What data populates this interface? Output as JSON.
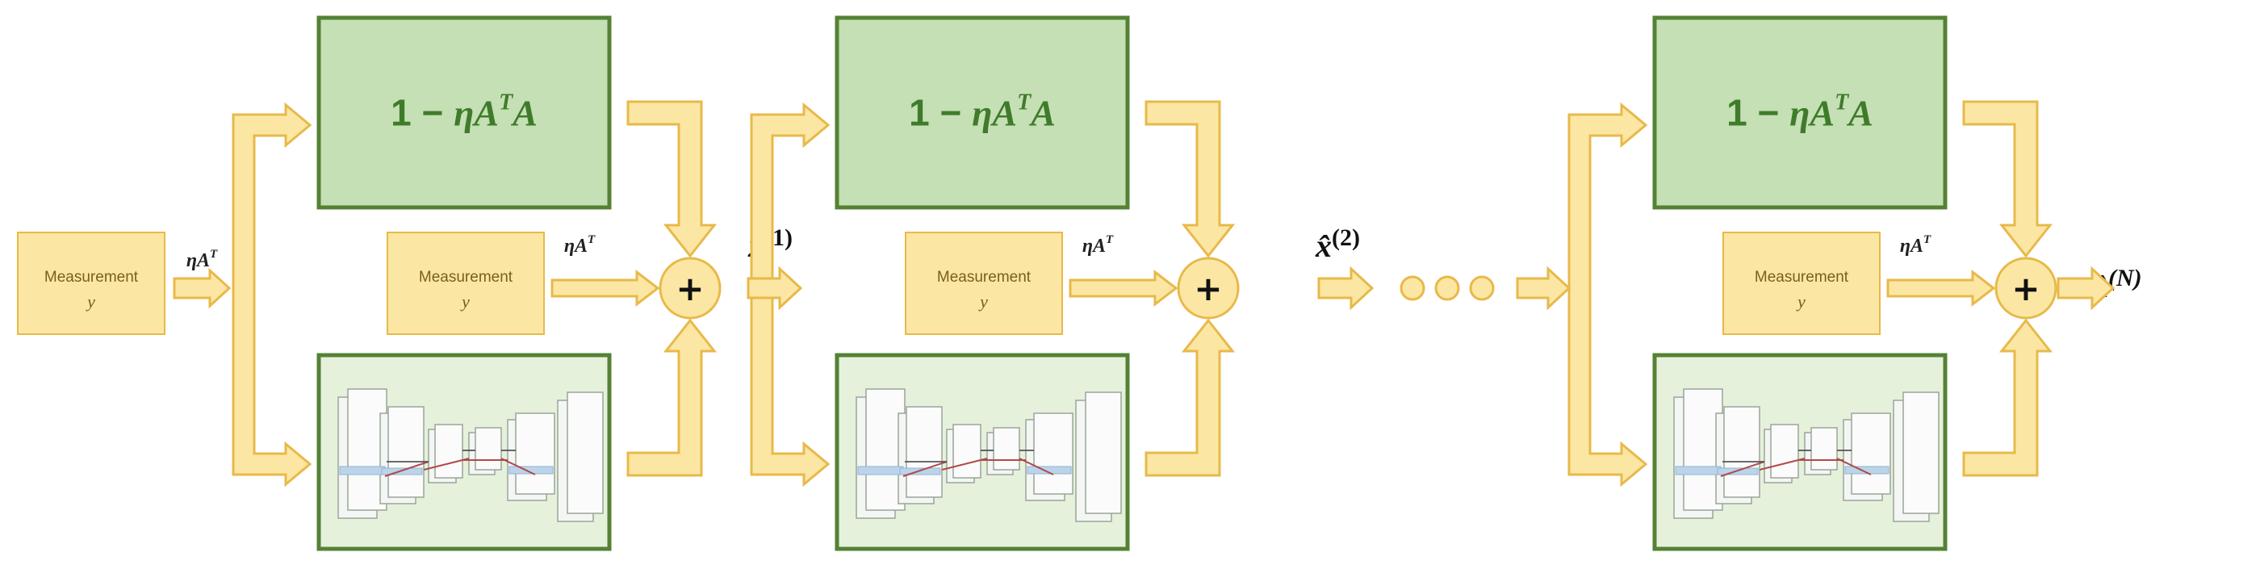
{
  "measurement": {
    "label": "Measurement",
    "variable": "y"
  },
  "gradient_step": {
    "label": "ηA",
    "sup": "T"
  },
  "operator_block": {
    "one": "1 − ",
    "eta_a": "ηA",
    "sup": "T",
    "a": "A"
  },
  "plus_symbol": "+",
  "outputs": [
    {
      "symbol": "x̂",
      "index": "(1)"
    },
    {
      "symbol": "x̂",
      "index": "(2)"
    },
    {
      "symbol": "x̂",
      "index": "(N)"
    }
  ],
  "colors": {
    "arrow_fill": "#fbe7a3",
    "arrow_stroke": "#e8b94a",
    "green_fill": "#c5e0b4",
    "green_light": "#e6f1dc",
    "green_stroke": "#548235",
    "node_fill": "#fbe7a3"
  }
}
